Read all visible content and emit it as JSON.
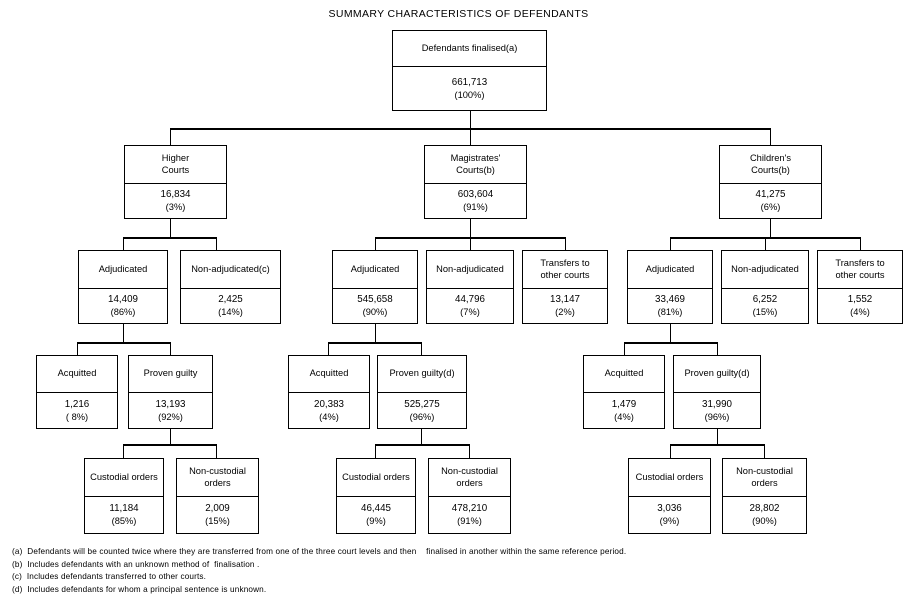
{
  "title": "SUMMARY CHARACTERISTICS OF DEFENDANTS",
  "chart_data": {
    "type": "diagram",
    "title": "SUMMARY CHARACTERISTICS OF DEFENDANTS",
    "diagram_kind": "flowchart-tree",
    "root_total": 661713,
    "nodes": [
      {
        "id": "root",
        "label": "Defendants finalised(a)",
        "value": "661,713",
        "percent": "(100%)"
      },
      {
        "id": "higher",
        "label": "Higher\nCourts",
        "value": "16,834",
        "percent": "(3%)"
      },
      {
        "id": "magistrates",
        "label": "Magistrates'\nCourts(b)",
        "value": "603,604",
        "percent": "(91%)"
      },
      {
        "id": "childrens",
        "label": "Children's\nCourts(b)",
        "value": "41,275",
        "percent": "(6%)"
      },
      {
        "id": "h-adj",
        "label": "Adjudicated",
        "value": "14,409",
        "percent": "(86%)"
      },
      {
        "id": "h-nonadj",
        "label": "Non-adjudicated(c)",
        "value": "2,425",
        "percent": "(14%)"
      },
      {
        "id": "m-adj",
        "label": "Adjudicated",
        "value": "545,658",
        "percent": "(90%)"
      },
      {
        "id": "m-nonadj",
        "label": "Non-adjudicated",
        "value": "44,796",
        "percent": "(7%)"
      },
      {
        "id": "m-trans",
        "label": "Transfers to\nother courts",
        "value": "13,147",
        "percent": "(2%)"
      },
      {
        "id": "c-adj",
        "label": "Adjudicated",
        "value": "33,469",
        "percent": "(81%)"
      },
      {
        "id": "c-nonadj",
        "label": "Non-adjudicated",
        "value": "6,252",
        "percent": "(15%)"
      },
      {
        "id": "c-trans",
        "label": "Transfers to\nother courts",
        "value": "1,552",
        "percent": "(4%)"
      },
      {
        "id": "h-acq",
        "label": "Acquitted",
        "value": "1,216",
        "percent": "( 8%)"
      },
      {
        "id": "h-guilty",
        "label": "Proven guilty",
        "value": "13,193",
        "percent": "(92%)"
      },
      {
        "id": "m-acq",
        "label": "Acquitted",
        "value": "20,383",
        "percent": "(4%)"
      },
      {
        "id": "m-guilty",
        "label": "Proven guilty(d)",
        "value": "525,275",
        "percent": "(96%)"
      },
      {
        "id": "c-acq",
        "label": "Acquitted",
        "value": "1,479",
        "percent": "(4%)"
      },
      {
        "id": "c-guilty",
        "label": "Proven guilty(d)",
        "value": "31,990",
        "percent": "(96%)"
      },
      {
        "id": "h-cust",
        "label": "Custodial orders",
        "value": "11,184",
        "percent": "(85%)"
      },
      {
        "id": "h-noncust",
        "label": "Non-custodial\norders",
        "value": "2,009",
        "percent": "(15%)"
      },
      {
        "id": "m-cust",
        "label": "Custodial orders",
        "value": "46,445",
        "percent": "(9%)"
      },
      {
        "id": "m-noncust",
        "label": "Non-custodial\norders",
        "value": "478,210",
        "percent": "(91%)"
      },
      {
        "id": "c-cust",
        "label": "Custodial orders",
        "value": "3,036",
        "percent": "(9%)"
      },
      {
        "id": "c-noncust",
        "label": "Non-custodial\norders",
        "value": "28,802",
        "percent": "(90%)"
      }
    ],
    "edges": [
      [
        "root",
        "higher"
      ],
      [
        "root",
        "magistrates"
      ],
      [
        "root",
        "childrens"
      ],
      [
        "higher",
        "h-adj"
      ],
      [
        "higher",
        "h-nonadj"
      ],
      [
        "magistrates",
        "m-adj"
      ],
      [
        "magistrates",
        "m-nonadj"
      ],
      [
        "magistrates",
        "m-trans"
      ],
      [
        "childrens",
        "c-adj"
      ],
      [
        "childrens",
        "c-nonadj"
      ],
      [
        "childrens",
        "c-trans"
      ],
      [
        "h-adj",
        "h-acq"
      ],
      [
        "h-adj",
        "h-guilty"
      ],
      [
        "m-adj",
        "m-acq"
      ],
      [
        "m-adj",
        "m-guilty"
      ],
      [
        "c-adj",
        "c-acq"
      ],
      [
        "c-adj",
        "c-guilty"
      ],
      [
        "h-guilty",
        "h-cust"
      ],
      [
        "h-guilty",
        "h-noncust"
      ],
      [
        "m-guilty",
        "m-cust"
      ],
      [
        "m-guilty",
        "m-noncust"
      ],
      [
        "c-guilty",
        "c-cust"
      ],
      [
        "c-guilty",
        "c-noncust"
      ]
    ]
  },
  "boxes": {
    "root": {
      "label": "Defendants finalised(a)",
      "value": "661,713",
      "percent": "(100%)"
    },
    "higher": {
      "label_l1": "Higher",
      "label_l2": "Courts",
      "value": "16,834",
      "percent": "(3%)"
    },
    "magistrates": {
      "label_l1": "Magistrates'",
      "label_l2": "Courts(b)",
      "value": "603,604",
      "percent": "(91%)"
    },
    "childrens": {
      "label_l1": "Children's",
      "label_l2": "Courts(b)",
      "value": "41,275",
      "percent": "(6%)"
    },
    "h_adj": {
      "label": "Adjudicated",
      "value": "14,409",
      "percent": "(86%)"
    },
    "h_nonadj": {
      "label": "Non-adjudicated(c)",
      "value": "2,425",
      "percent": "(14%)"
    },
    "m_adj": {
      "label": "Adjudicated",
      "value": "545,658",
      "percent": "(90%)"
    },
    "m_nonadj": {
      "label": "Non-adjudicated",
      "value": "44,796",
      "percent": "(7%)"
    },
    "m_trans": {
      "label_l1": "Transfers to",
      "label_l2": "other courts",
      "value": "13,147",
      "percent": "(2%)"
    },
    "c_adj": {
      "label": "Adjudicated",
      "value": "33,469",
      "percent": "(81%)"
    },
    "c_nonadj": {
      "label": "Non-adjudicated",
      "value": "6,252",
      "percent": "(15%)"
    },
    "c_trans": {
      "label_l1": "Transfers to",
      "label_l2": "other courts",
      "value": "1,552",
      "percent": "(4%)"
    },
    "h_acq": {
      "label": "Acquitted",
      "value": "1,216",
      "percent": "( 8%)"
    },
    "h_guilty": {
      "label": "Proven guilty",
      "value": "13,193",
      "percent": "(92%)"
    },
    "m_acq": {
      "label": "Acquitted",
      "value": "20,383",
      "percent": "(4%)"
    },
    "m_guilty": {
      "label": "Proven guilty(d)",
      "value": "525,275",
      "percent": "(96%)"
    },
    "c_acq": {
      "label": "Acquitted",
      "value": "1,479",
      "percent": "(4%)"
    },
    "c_guilty": {
      "label": "Proven guilty(d)",
      "value": "31,990",
      "percent": "(96%)"
    },
    "h_cust": {
      "label": "Custodial orders",
      "value": "11,184",
      "percent": "(85%)"
    },
    "h_noncust": {
      "label_l1": "Non-custodial",
      "label_l2": "orders",
      "value": "2,009",
      "percent": "(15%)"
    },
    "m_cust": {
      "label": "Custodial orders",
      "value": "46,445",
      "percent": "(9%)"
    },
    "m_noncust": {
      "label_l1": "Non-custodial",
      "label_l2": "orders",
      "value": "478,210",
      "percent": "(91%)"
    },
    "c_cust": {
      "label": "Custodial orders",
      "value": "3,036",
      "percent": "(9%)"
    },
    "c_noncust": {
      "label_l1": "Non-custodial",
      "label_l2": "orders",
      "value": "28,802",
      "percent": "(90%)"
    }
  },
  "footnotes": {
    "a": "(a)  Defendants will be counted twice where they are transferred from one of the three court levels and then    finalised in another within the same reference period.",
    "b": "(b)  Includes defendants with an unknown method of  finalisation .",
    "c": "(c)  Includes defendants transferred to other courts.",
    "d": "(d)  Includes defendants for whom a principal sentence is unknown."
  }
}
